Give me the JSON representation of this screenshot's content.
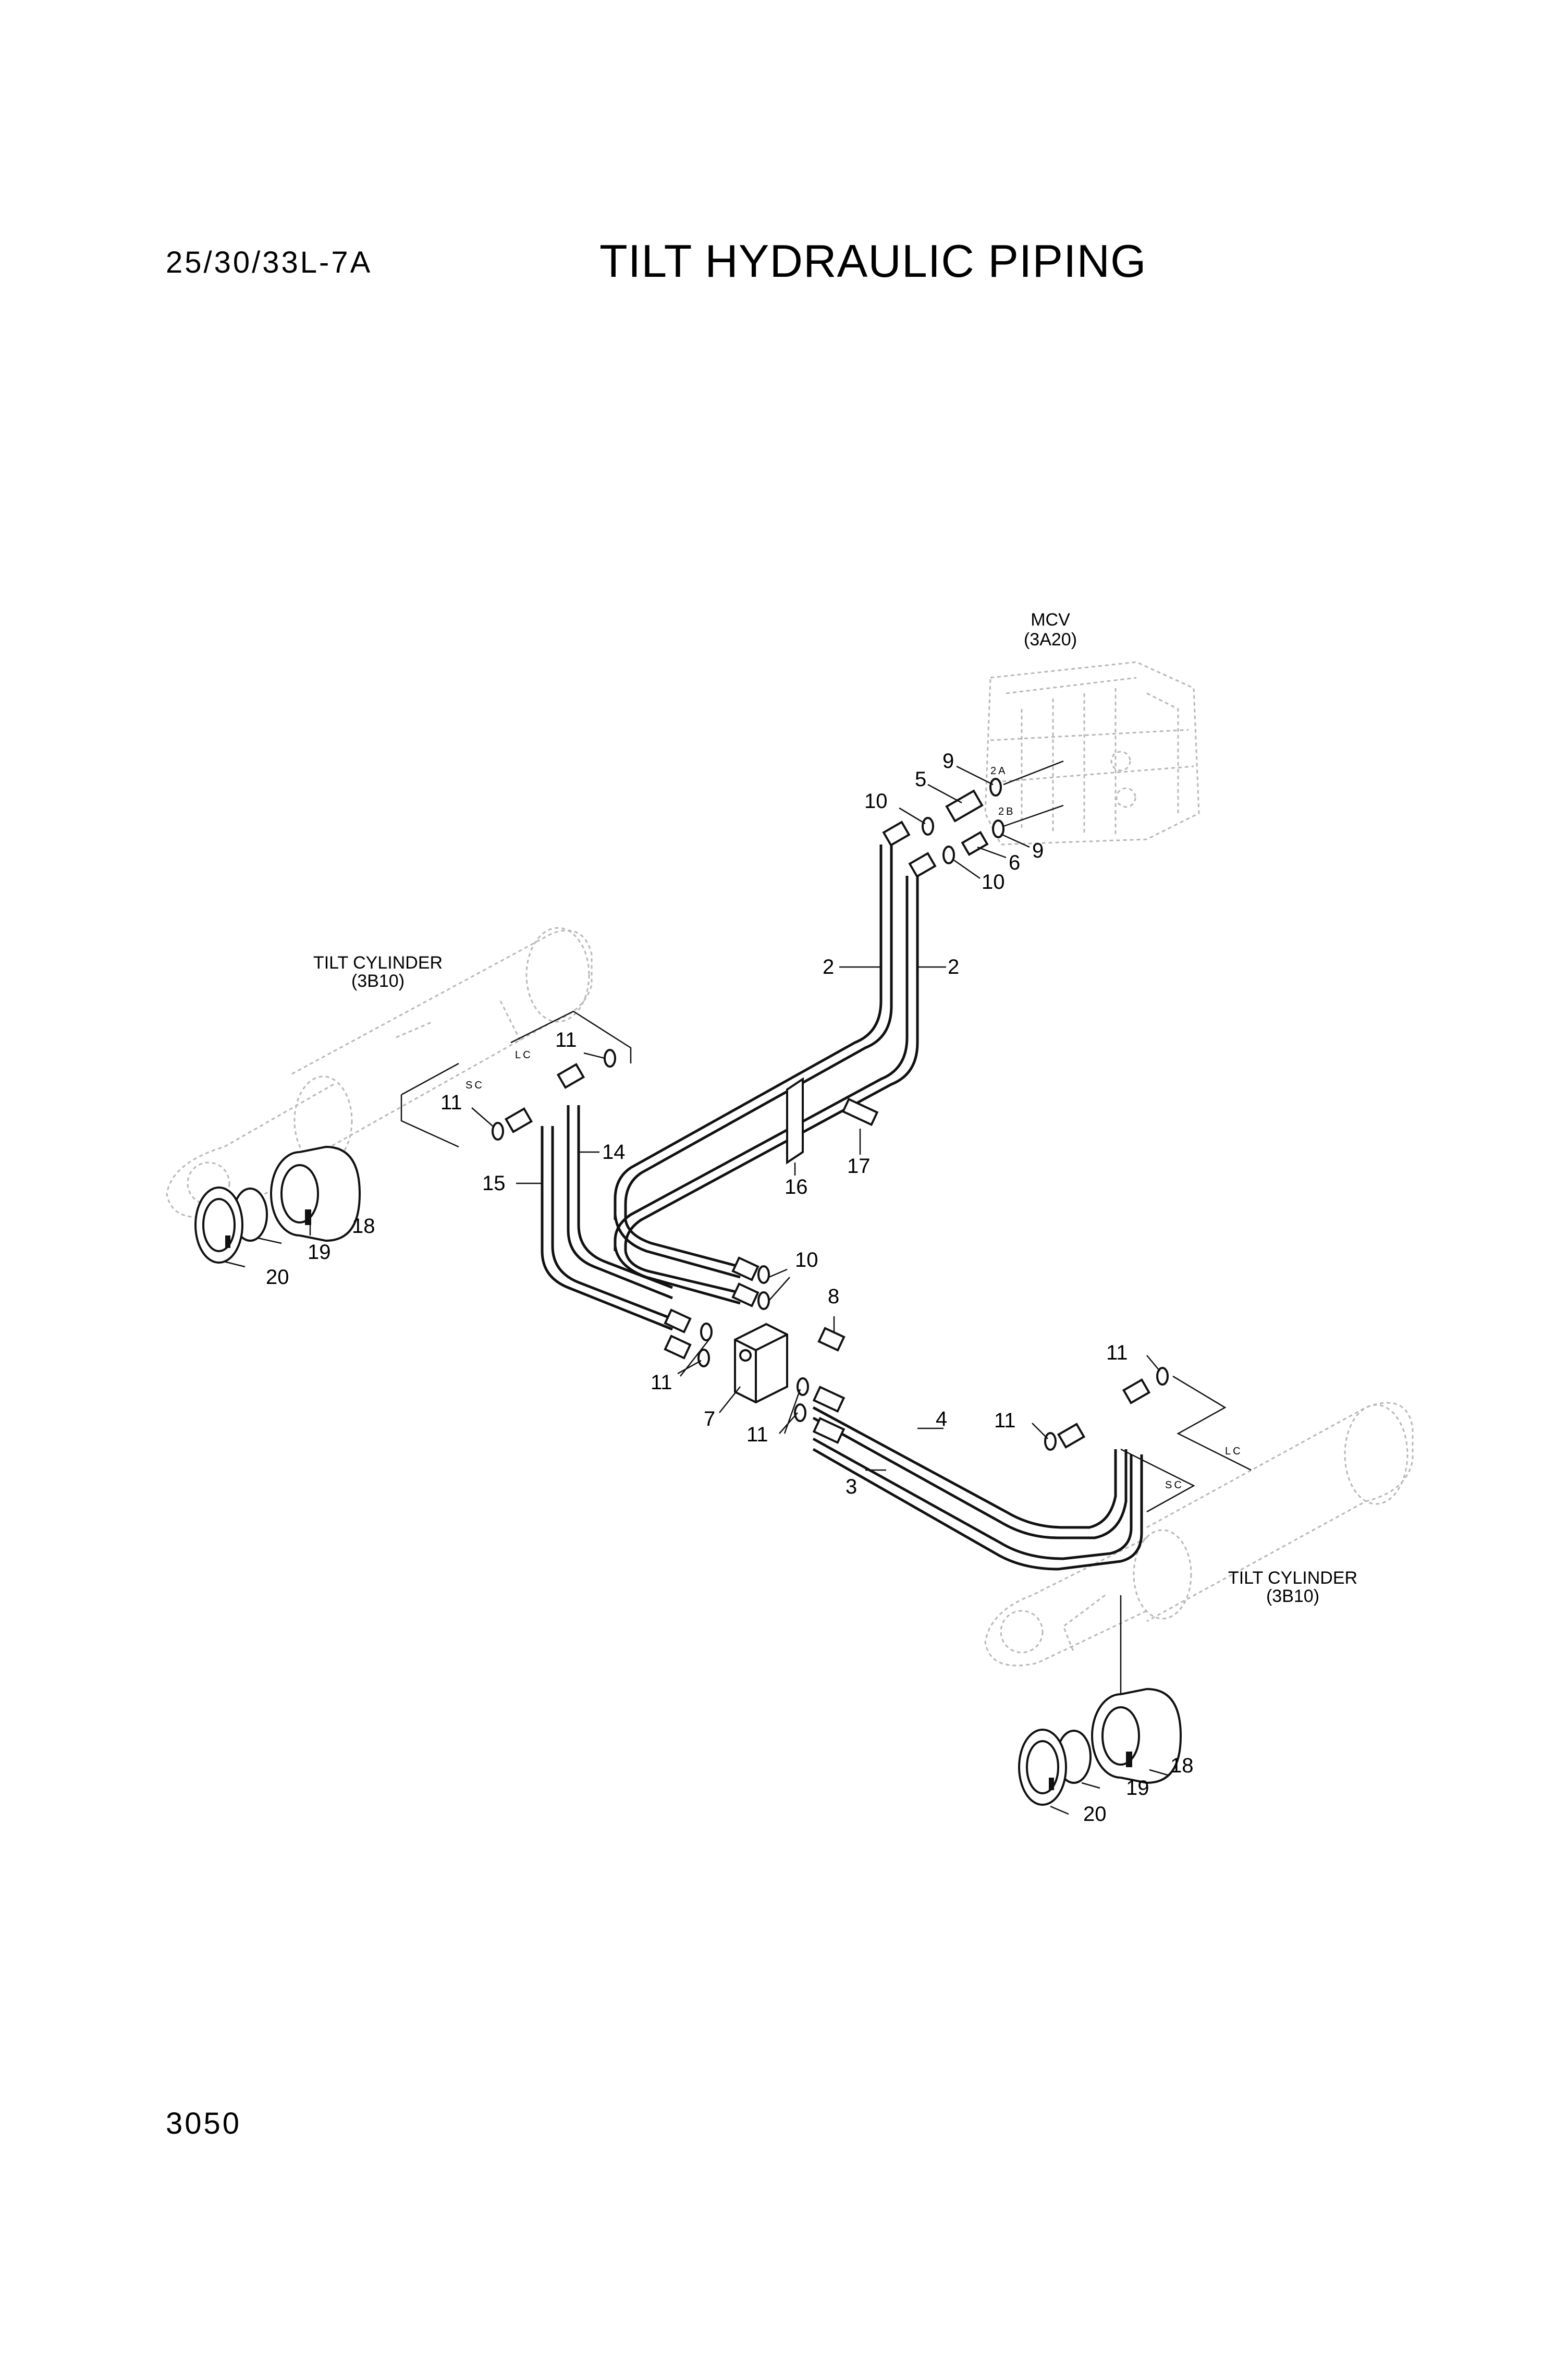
{
  "header": {
    "model": "25/30/33L-7A",
    "title": "TILT HYDRAULIC PIPING"
  },
  "footer": {
    "page_number": "3050"
  },
  "references": {
    "mcv_name": "MCV",
    "mcv_code": "(3A20)",
    "tilt_cylinder_left_name": "TILT CYLINDER",
    "tilt_cylinder_left_code": "(3B10)",
    "tilt_cylinder_right_name": "TILT CYLINDER",
    "tilt_cylinder_right_code": "(3B10)"
  },
  "port_labels": {
    "mcv_port_a": "2A",
    "mcv_port_b": "2B",
    "left_lc": "LC",
    "left_sc": "SC",
    "right_lc": "LC",
    "right_sc": "SC"
  },
  "callouts": {
    "c9_upper": "9",
    "c5": "5",
    "c10_upper": "10",
    "c9_lower": "9",
    "c6": "6",
    "c10_lower": "10",
    "c2_left": "2",
    "c2_right": "2",
    "c11_left_upper": "11",
    "c11_left_lower": "11",
    "c14": "14",
    "c15": "15",
    "c16": "16",
    "c17": "17",
    "c18_left": "18",
    "c19_left": "19",
    "c20_left": "20",
    "c10_mid": "10",
    "c8": "8",
    "c11_mid_left": "11",
    "c7": "7",
    "c11_mid_right": "11",
    "c4": "4",
    "c3": "3",
    "c11_right_upper": "11",
    "c11_right_lower": "11",
    "c18_right": "18",
    "c19_right": "19",
    "c20_right": "20"
  }
}
